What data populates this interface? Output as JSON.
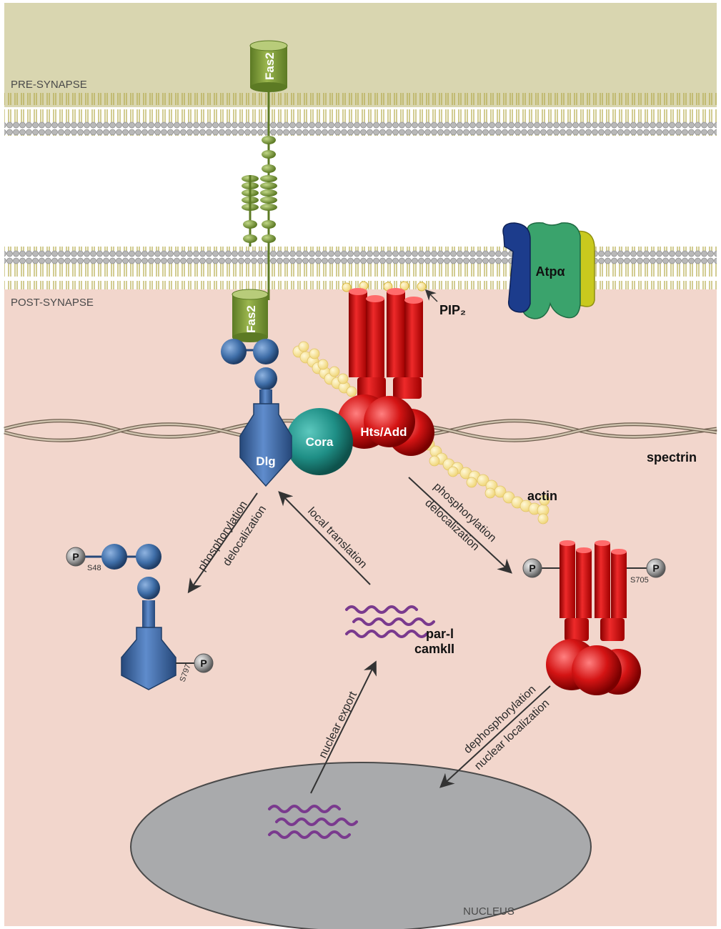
{
  "regions": {
    "pre_synapse": "PRE-SYNAPSE",
    "post_synapse": "POST-SYNAPSE",
    "nucleus": "NUCLEUS"
  },
  "proteins": {
    "fas2_pre": "Fas2",
    "fas2_post": "Fas2",
    "atpa": "Atpα",
    "pip2": "PIP₂",
    "hts_add": "Hts/Add",
    "cora": "Cora",
    "dlg": "Dlg",
    "spectrin": "spectrin",
    "actin": "actin"
  },
  "arrows": {
    "dlg_out_line1": "phosphorylation",
    "dlg_out_line2": "delocalization",
    "local_translation": "local translation",
    "hts_out_line1": "phosphorylation",
    "hts_out_line2": "delocalization",
    "nuclear_export": "nuclear export",
    "nuclear_in_line1": "dephosphorylation",
    "nuclear_in_line2": "nuclear localization"
  },
  "mrna": {
    "line1": "par-l",
    "line2": "camkII"
  },
  "phospho_sites": {
    "p": "P",
    "dlg_s48": "S48",
    "dlg_s797": "S797",
    "hts_s705": "S705"
  },
  "colors": {
    "pre_synapse_bg": "#d9d6b0",
    "post_synapse_bg": "#f2d6cc",
    "fas2": "#7b963a",
    "dlg": "#3f6ea8",
    "cora": "#1f8f86",
    "hts_add": "#d41414",
    "actin": "#f6e29a",
    "mrna": "#7a3a8e",
    "nucleus": "#a9aaac",
    "atpa_blue": "#1c3c8c",
    "atpa_green": "#3aa36c",
    "atpa_yellow": "#c9c91e"
  }
}
